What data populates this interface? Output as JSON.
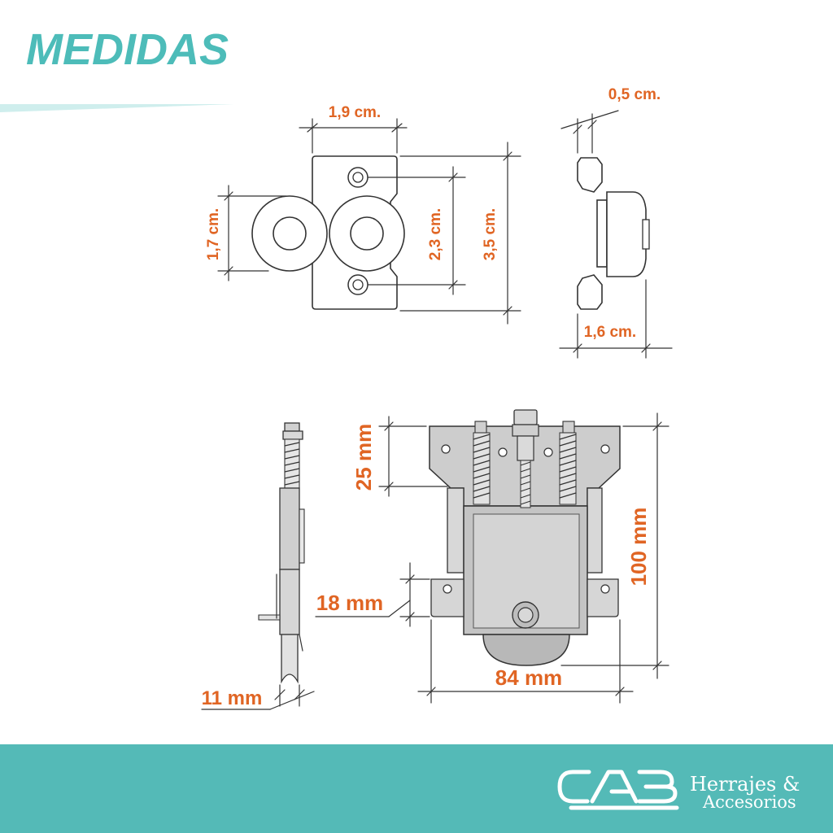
{
  "title": "MEDIDAS",
  "dimensions": {
    "top_width": "1,9 cm.",
    "wheel_height": "1,7 cm.",
    "hole_spacing": "2,3 cm.",
    "total_height": "3,5 cm.",
    "plate_thickness": "0,5 cm.",
    "side_depth": "1,6 cm.",
    "upper_height": "25 mm",
    "full_height": "100 mm",
    "tab_height": "18 mm",
    "body_width": "84 mm",
    "side_width": "11 mm"
  },
  "brand": {
    "logo_icon": "cab-logo-icon",
    "line1": "Herrajes &",
    "line2": "Accesorios"
  },
  "colors": {
    "title": "#4dbcb9",
    "dimension_text": "#e06524",
    "footer": "#54bab7",
    "line": "#333333",
    "metal": "#c9c9c9"
  }
}
